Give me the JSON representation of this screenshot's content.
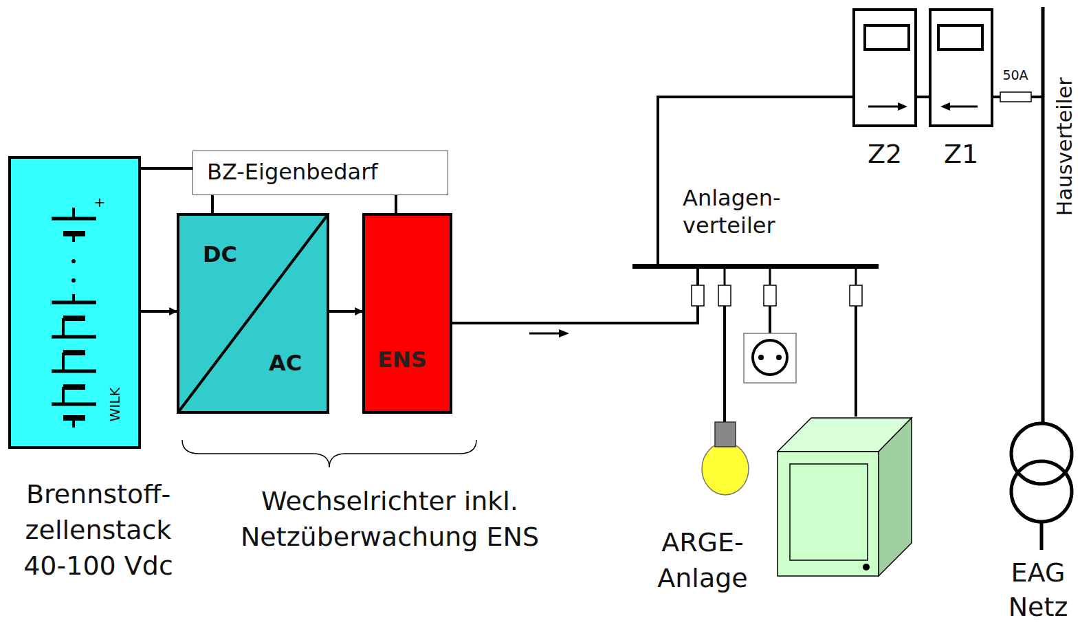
{
  "diagram": {
    "nodes": [
      {
        "text": [
          "WILK",
          "Brennstoff- zellenstack 40-100 Vdc"
        ]
      },
      {
        "text": [
          "BZ-Eigenbedarf"
        ]
      },
      {
        "text": [
          "DC",
          "AC"
        ]
      },
      {
        "text": [
          "ENS"
        ]
      },
      {
        "text": [
          "Z2"
        ]
      },
      {
        "text": [
          "Z1"
        ]
      }
    ],
    "edges": [
      {
        "from": 0,
        "to": 2,
        "arrow": "to"
      },
      {
        "from": 2,
        "to": 3,
        "arrow": "to"
      },
      {
        "from": 1,
        "to": 0,
        "arrow": "none"
      },
      {
        "from": 1,
        "to": 2,
        "arrow": "none"
      },
      {
        "from": 1,
        "to": 3,
        "arrow": "none"
      },
      {
        "from": 4,
        "to": 5,
        "arrow": "none"
      }
    ],
    "labels": [
      "+",
      "Wechselrichter inkl. Netzüberwachung ENS",
      "Anlagen- verteiler",
      "50A",
      "Hausverteiler",
      "ARGE- Anlage",
      "EAG Netz"
    ]
  }
}
